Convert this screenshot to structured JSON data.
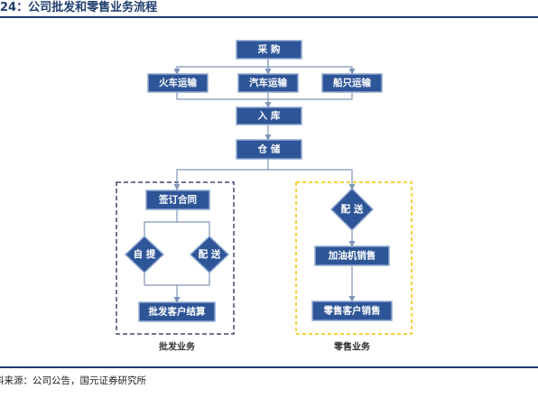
{
  "header": {
    "title": "24：公司批发和零售业务流程"
  },
  "footer": {
    "source": "料来源：公司公告，国元证券研究所"
  },
  "colors": {
    "node_fill": "#2e5597",
    "node_stroke": "#8fa8d0",
    "line": "#7f95b8",
    "wholesale_border": "#3d4b66",
    "retail_border": "#f2c200",
    "title": "#1f3d6e"
  },
  "diagram": {
    "nodes": {
      "purchase": "采 购",
      "train": "火车运输",
      "truck": "汽车运输",
      "ship": "船只运输",
      "warehouse_in": "入 库",
      "storage": "仓 储",
      "sign_contract": "签订合同",
      "self_pickup": "自 提",
      "delivery_wholesale": "配 送",
      "wholesale_settle": "批发客户结算",
      "delivery_retail": "配 送",
      "gas_station": "加油机销售",
      "retail_sales": "零售客户销售"
    },
    "groups": {
      "wholesale": "批发业务",
      "retail": "零售业务"
    }
  }
}
